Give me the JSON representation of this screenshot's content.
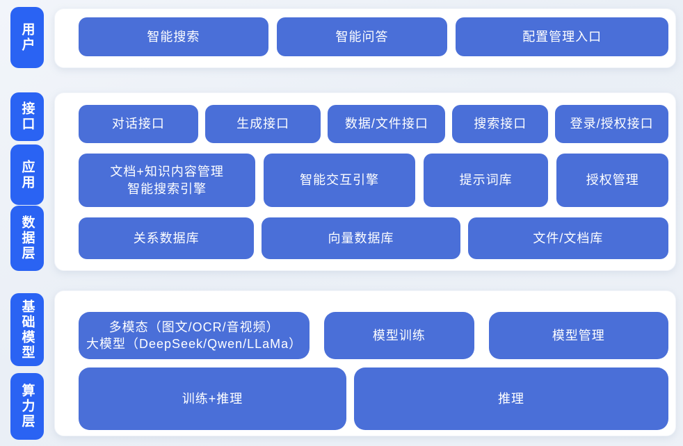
{
  "diagram_title": "",
  "colors": {
    "background": "#edf1f7",
    "card": "#ffffff",
    "side_label": "#2a63f3",
    "block": "#4a6fd8",
    "text": "#ffffff"
  },
  "sections": [
    {
      "name": "user-layer",
      "side_labels": [
        "用户"
      ],
      "rows": [
        {
          "buttons": [
            {
              "label": "智能搜索"
            },
            {
              "label": "智能问答"
            },
            {
              "label": "配置管理入口"
            }
          ]
        }
      ]
    },
    {
      "name": "interface-application-data-layer",
      "side_labels": [
        "接口",
        "应用",
        "数据层"
      ],
      "rows": [
        {
          "buttons": [
            {
              "label": "对话接口"
            },
            {
              "label": "生成接口"
            },
            {
              "label": "数据/文件接口"
            },
            {
              "label": "搜索接口"
            },
            {
              "label": "登录/授权接口"
            }
          ]
        },
        {
          "buttons": [
            {
              "label": "文档+知识内容管理\n智能搜索引擎"
            },
            {
              "label": "智能交互引擎"
            },
            {
              "label": "提示词库"
            },
            {
              "label": "授权管理"
            }
          ]
        },
        {
          "buttons": [
            {
              "label": "关系数据库"
            },
            {
              "label": "向量数据库"
            },
            {
              "label": "文件/文档库"
            }
          ]
        }
      ]
    },
    {
      "name": "model-compute-layer",
      "side_labels": [
        "基础模型",
        "算力层"
      ],
      "rows": [
        {
          "buttons": [
            {
              "label": "多模态（图文/OCR/音视频）\n大模型（DeepSeek/Qwen/LLaMa）"
            },
            {
              "label": "模型训练"
            },
            {
              "label": "模型管理"
            }
          ]
        },
        {
          "buttons": [
            {
              "label": "训练+推理"
            },
            {
              "label": "推理"
            }
          ]
        }
      ]
    }
  ]
}
